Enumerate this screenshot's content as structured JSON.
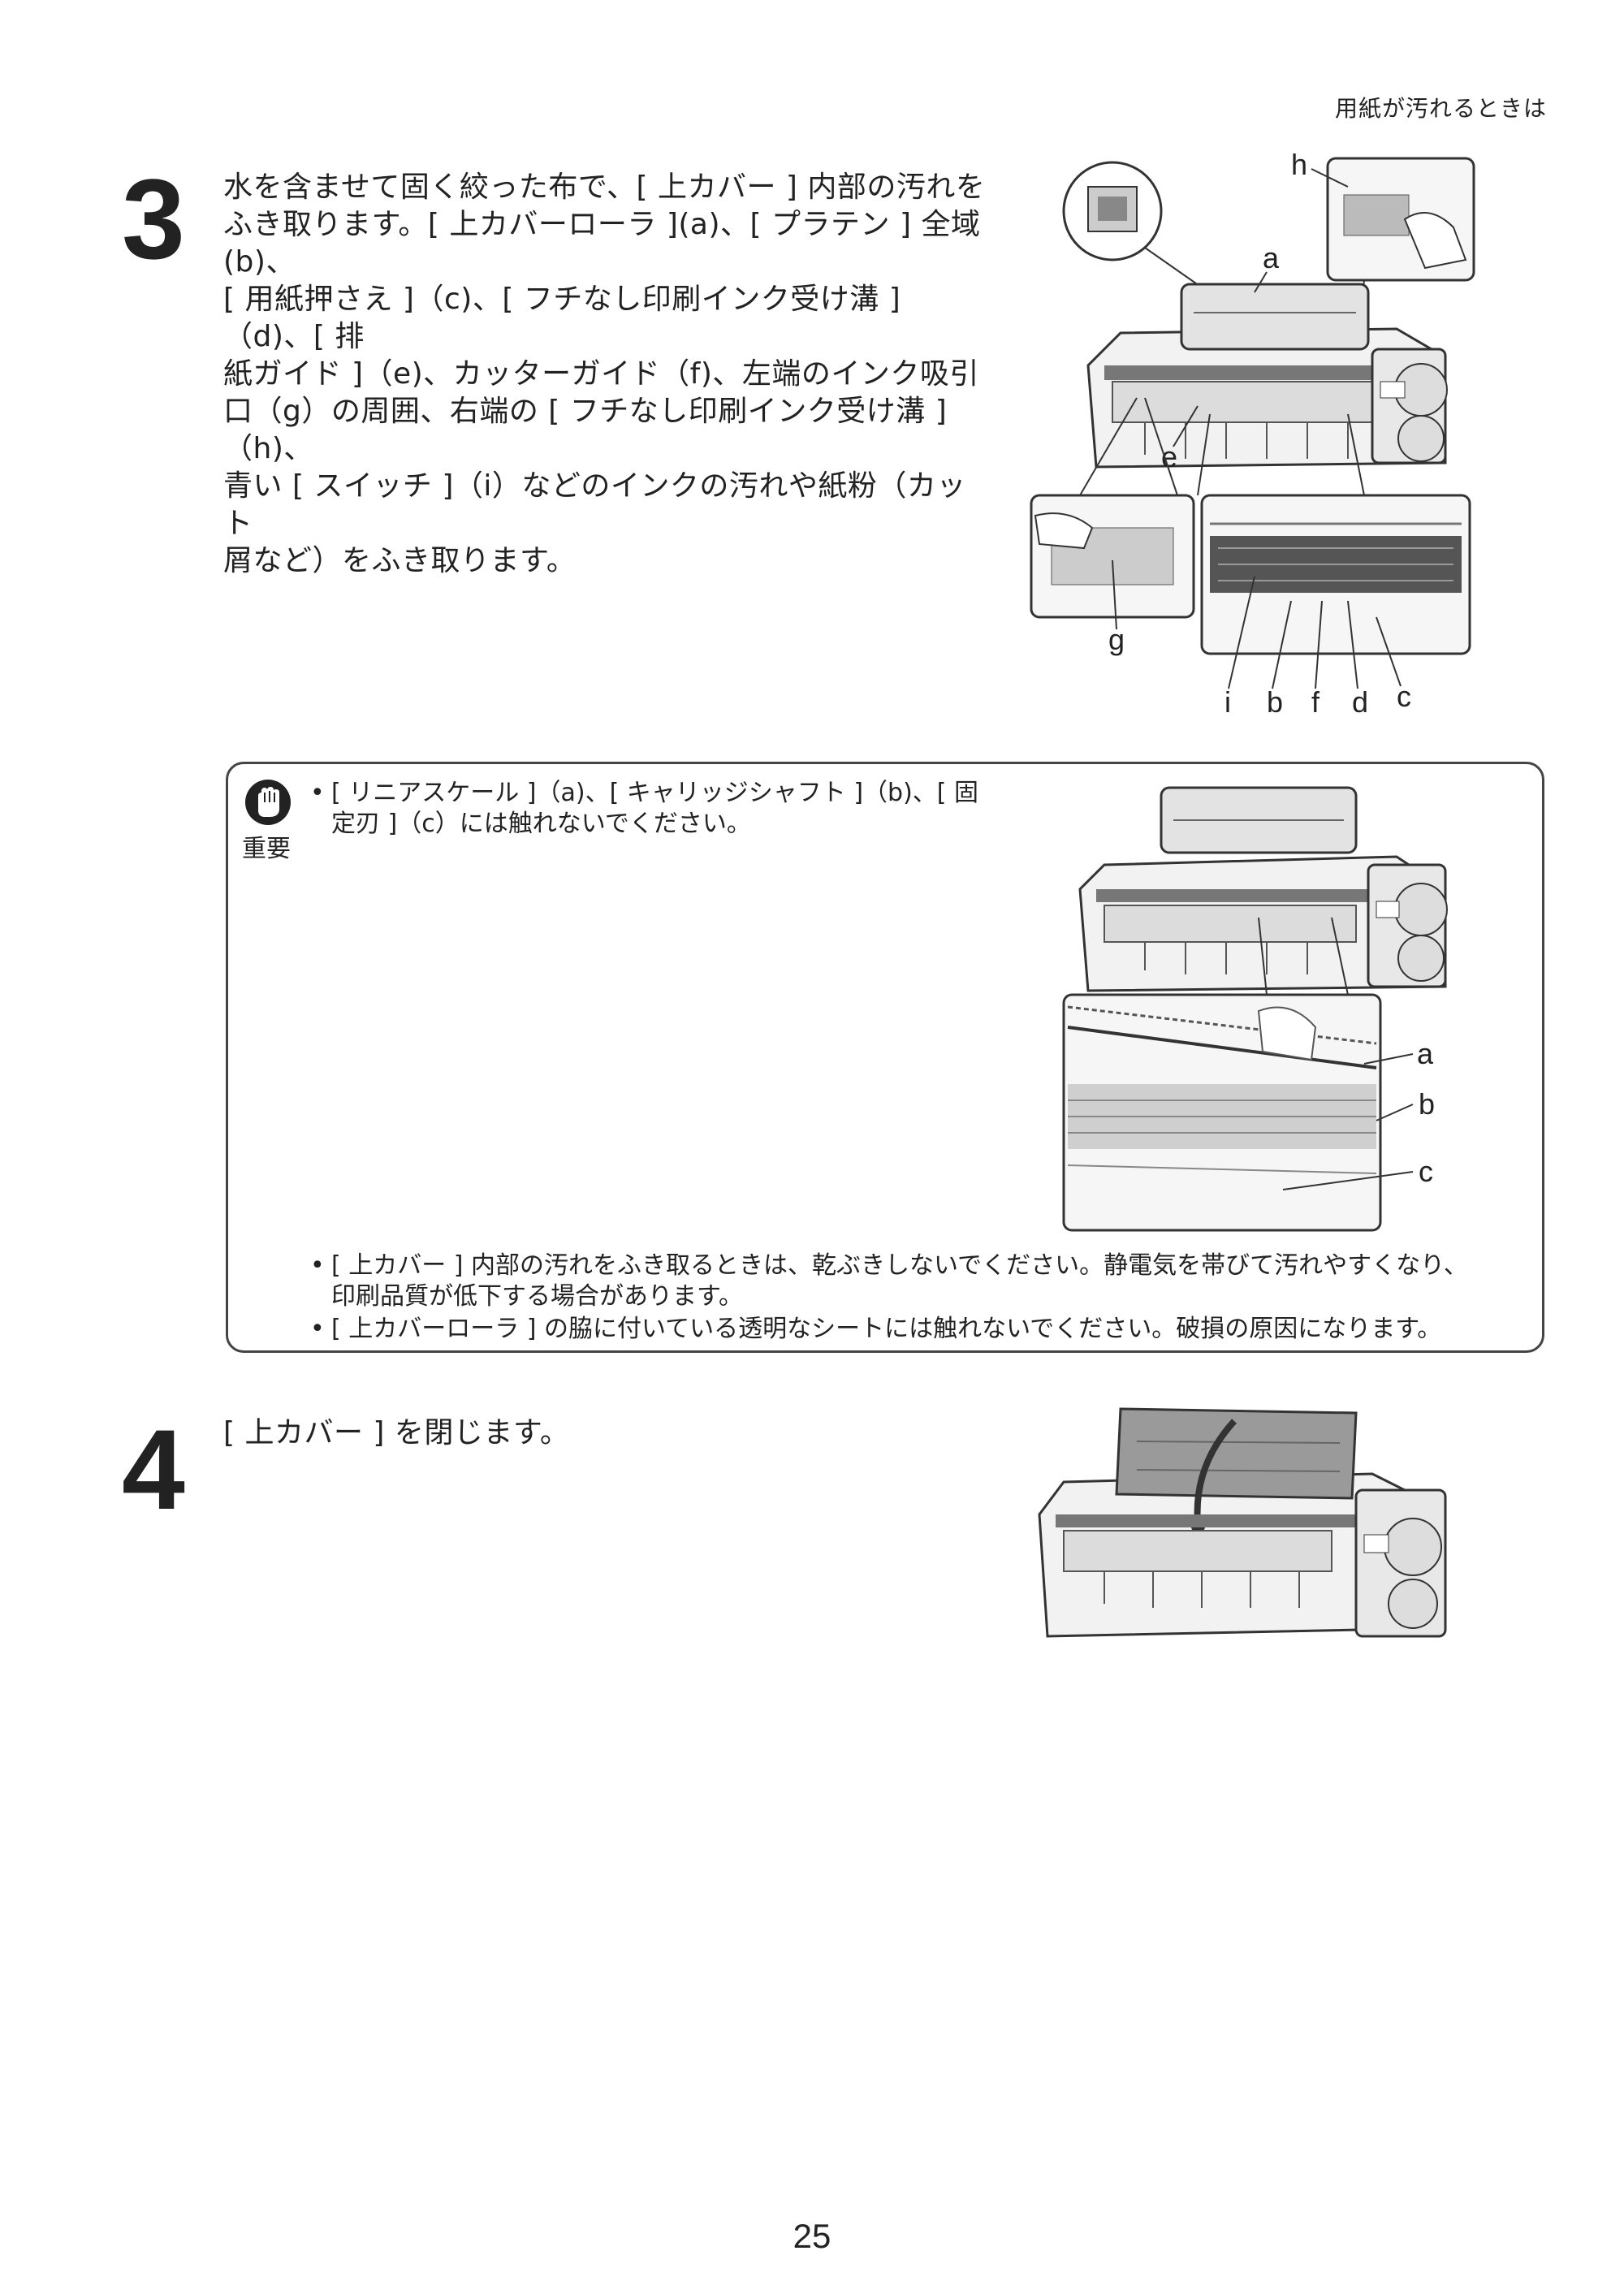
{
  "header": {
    "section_title": "用紙が汚れるときは"
  },
  "step3": {
    "number": "3",
    "text": "水を含ませて固く絞った布で、[ 上カバー ] 内部の汚れを\nふき取ります。[ 上カバーローラ ](a)、[ プラテン ] 全域(b)、\n[ 用紙押さえ ]（c)、[ フチなし印刷インク受け溝 ]（d)、[ 排\n紙ガイド ]（e)、カッターガイド（f)、左端のインク吸引\n口（g）の周囲、右端の [ フチなし印刷インク受け溝 ]（h)、\n青い [ スイッチ ]（i）などのインクの汚れや紙粉（カット\n屑など）をふき取ります。",
    "figure_labels": {
      "h": "h",
      "a": "a",
      "e": "e",
      "g": "g",
      "i": "i",
      "b": "b",
      "f": "f",
      "d": "d",
      "c": "c"
    }
  },
  "important": {
    "icon": "hand-stop-icon",
    "label": "重要",
    "bullet1": "[ リニアスケール ]（a)、[ キャリッジシャフト ]（b)、[ 固\n定刃 ]（c）には触れないでください。",
    "bullet2": "[ 上カバー ] 内部の汚れをふき取るときは、乾ぶきしないでください。静電気を帯びて汚れやすくなり、\n印刷品質が低下する場合があります。",
    "bullet3": "[ 上カバーローラ ] の脇に付いている透明なシートには触れないでください。破損の原因になります。",
    "figure_labels": {
      "a": "a",
      "b": "b",
      "c": "c"
    }
  },
  "step4": {
    "number": "4",
    "text": "[ 上カバー ] を閉じます。"
  },
  "footer": {
    "page_number": "25"
  }
}
